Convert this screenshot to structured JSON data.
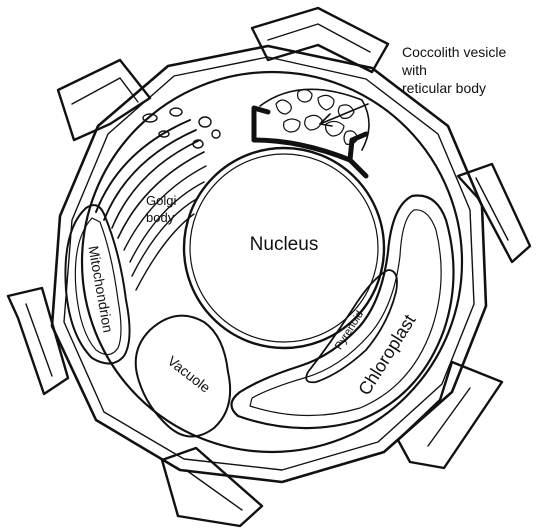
{
  "diagram": {
    "title": "",
    "labels": {
      "coccolith_vesicle": [
        "Coccolith vesicle",
        "with",
        "reticular body"
      ],
      "golgi": [
        "Golgi",
        "body"
      ],
      "nucleus": "Nucleus",
      "mitochondrion": "Mitochondrion",
      "vacuole": "Vacuole",
      "pyrenoid": "Pyrenoid",
      "chloroplast": "Chloroplast"
    },
    "colors": {
      "ink": "#111111",
      "paper": "#ffffff"
    }
  }
}
